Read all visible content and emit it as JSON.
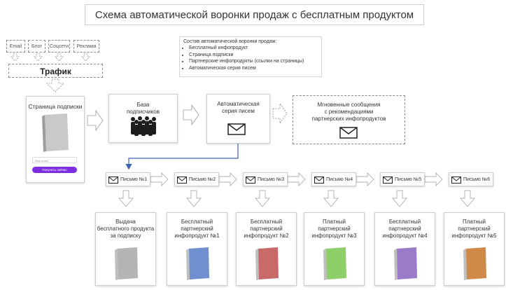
{
  "title": "Схема автоматической воронки продаж с бесплатным продуктом",
  "traffic": {
    "sources": [
      "Email",
      "Блог",
      "Соцсети",
      "Реклама"
    ],
    "label": "Трафик"
  },
  "info": {
    "heading": "Состав автоматической воронки продаж:",
    "items": [
      "Бесплатный инфопродукт",
      "Страница подписки",
      "Партнерские инфопродукты (ссылки на страницы)",
      "Автоматическая серия писем"
    ]
  },
  "subscription_page": {
    "label": "Страница подписки",
    "input_placeholder": "Ваш email",
    "button_label": "Получить сейчас"
  },
  "database": {
    "label_line1": "База",
    "label_line2": "подписчиков"
  },
  "email_series": {
    "label_line1": "Автоматическая",
    "label_line2": "серия писем"
  },
  "instant": {
    "line1": "Мгновенные сообщения",
    "line2": "с рекомендациями",
    "line3": "партнерских инфопродуктов"
  },
  "letters": [
    "Письмо №1",
    "Письмо №2",
    "Письмо №3",
    "Письмо №4",
    "Письмо №5",
    "Письмо №6"
  ],
  "products": [
    {
      "line1": "Выдача",
      "line2": "бесплатного продукта",
      "line3": "за подписку",
      "color": "#b4b4b4"
    },
    {
      "line1": "Бесплатный",
      "line2": "партнерский",
      "line3": "инфопродукт №1",
      "color": "#6f8fcf"
    },
    {
      "line1": "Бесплатный",
      "line2": "партнерский",
      "line3": "инфопродукт №2",
      "color": "#c86a6a"
    },
    {
      "line1": "Платный",
      "line2": "партнерский",
      "line3": "инфопродукт №3",
      "color": "#8fcf6a"
    },
    {
      "line1": "Бесплатный",
      "line2": "партнерский",
      "line3": "инфопродукт №4",
      "color": "#9a7bc9"
    },
    {
      "line1": "Платный",
      "line2": "партнерский",
      "line3": "инфопродукт №5",
      "color": "#cf8a4a"
    }
  ],
  "colors": {
    "connector": "#3a66b0",
    "button": "#7b2fe0"
  }
}
